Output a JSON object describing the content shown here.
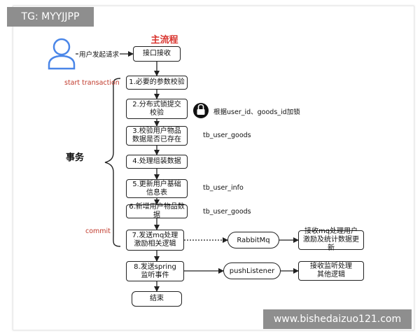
{
  "watermark_top": "TG: MYYJJPP",
  "watermark_bottom": "www.bishedaizuo121.com",
  "title": "主流程",
  "user_request_label": "用户发起请求",
  "nodes": {
    "receive": "接口接收",
    "step1": "1.必要的参数校验",
    "step2": "2.分布式锁提交校验",
    "step3": "3.校验用户物品数据是否已存在",
    "step4": "4.处理组装数据",
    "step5": "5.更新用户基础信息表",
    "step6": "6.新增用户物品数据",
    "step7": "7.发送mq处理激励相关逻辑",
    "step8": "8.发送spring监听事件",
    "end": "结束",
    "rabbitmq": "RabbitMq",
    "pushlistener": "pushListener",
    "mq_consumer": "接收mq处理用户激励及统计数据更新",
    "listener_consumer": "接收监听处理其他逻辑"
  },
  "annotations": {
    "lock_note": "根据user_id、goods_id加锁",
    "table_goods_1": "tb_user_goods",
    "table_info": "tb_user_info",
    "table_goods_2": "tb_user_goods"
  },
  "transaction": {
    "start": "start transaction",
    "commit": "commit",
    "label": "事务"
  },
  "colors": {
    "title": "#d9352f",
    "transaction_text": "#c0392b",
    "user_icon": "#4a86e8"
  },
  "icons": {
    "user": "user-icon",
    "lock": "lock-icon"
  }
}
